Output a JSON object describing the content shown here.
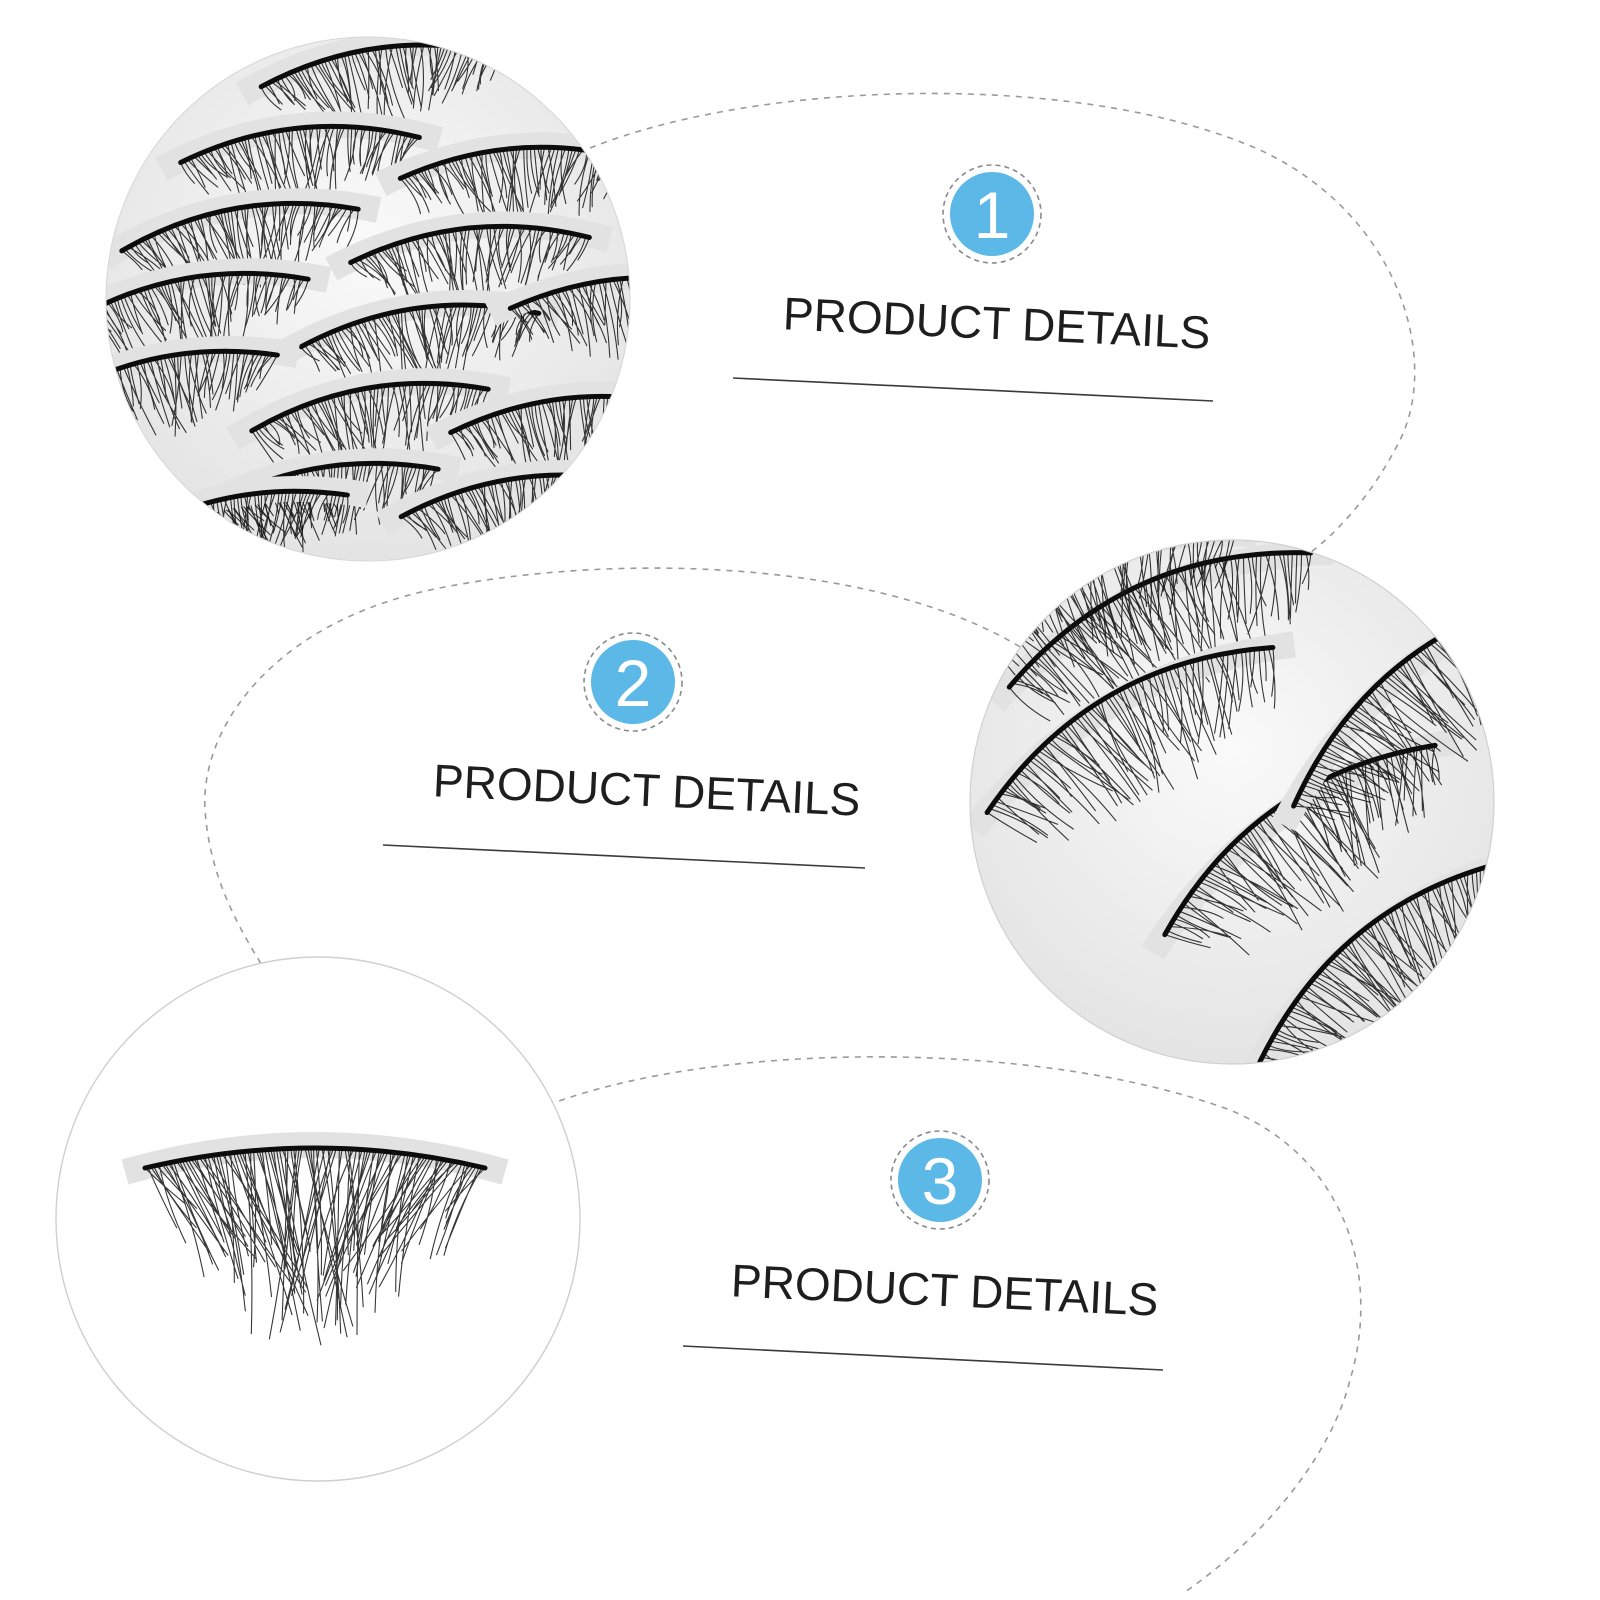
{
  "colors": {
    "background": "#ffffff",
    "badge_fill": "#5cb8e6",
    "badge_ring": "#8a8a8a",
    "dashed_line": "#9a9a9a",
    "title_text": "#1e1e1e",
    "underline": "#3a3a3a",
    "lash": "#141414",
    "lash_tray": "#ededed"
  },
  "sections": [
    {
      "number": "1",
      "title": "PRODUCT DETAILS",
      "photo": "lash-tray-photo"
    },
    {
      "number": "2",
      "title": "PRODUCT DETAILS",
      "photo": "lash-tray-closeup-photo"
    },
    {
      "number": "3",
      "title": "PRODUCT DETAILS",
      "photo": "single-lash-photo"
    }
  ]
}
